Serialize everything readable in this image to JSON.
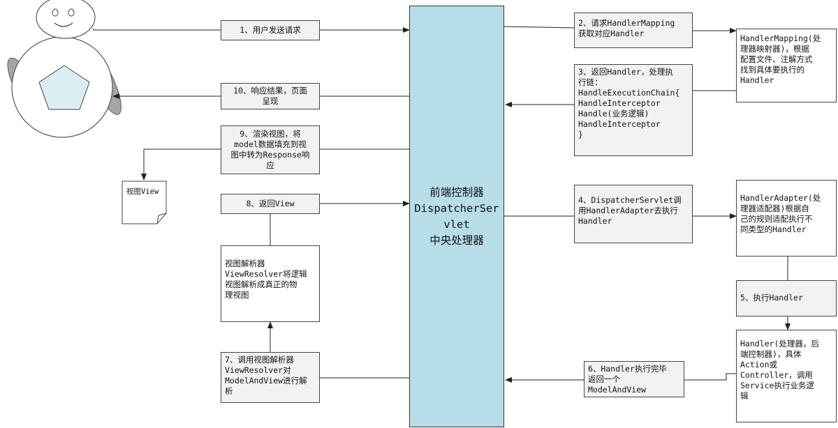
{
  "dispatcher": {
    "label": "前端控制器\nDispatcherSer\nvlet\n中央处理器"
  },
  "steps": {
    "s1": "1、用户发送请求",
    "s2": "2、请求HandlerMapping\n获取对应Handler",
    "s3": "3、返回Handler，处理执\n行链：\nHandleExecutionChain{\n  HandleInterceptor\n  Handle(业务逻辑)\n  HandleInterceptor\n}",
    "s4": "4、DispatcherServlet调\n用HandlerAdapter去执行\nHandler",
    "s5": "5、执行Handler",
    "s6": "6、Handler执行完毕\n返回一个\nModelAndView",
    "s7": "7、调用视图解析器\nViewResolver对\nModelAndView进行解\n析",
    "s8": "8、返回View",
    "s9": "9、渲染视图，将\nmodel数据填充到视\n图中转为Response响\n应",
    "s10": "10、响应结果，页面\n呈现"
  },
  "components": {
    "handler_mapping": "HandlerMapping(处\n理器映射器)，根据\n配置文件、注解方式\n找到具体要执行的\nHandler",
    "handler_adapter": "HandlerAdapter(处\n理器适配器)根据自\n己的规则适配执行不\n同类型的Handler",
    "handler": "Handler(处理器，后\n端控制器)，具体\nAction或\nController，调用\nService执行业务逻\n辑",
    "view_resolver": "视图解析器\nViewResolver将逻辑\n视图解析成真正的物\n理视图",
    "view_doc": "视图View"
  },
  "colors": {
    "dispatcher_fill": "#b7dde8",
    "pentagon_fill": "#dbeef4",
    "robot_arm_fill": "#a6a6a6"
  }
}
